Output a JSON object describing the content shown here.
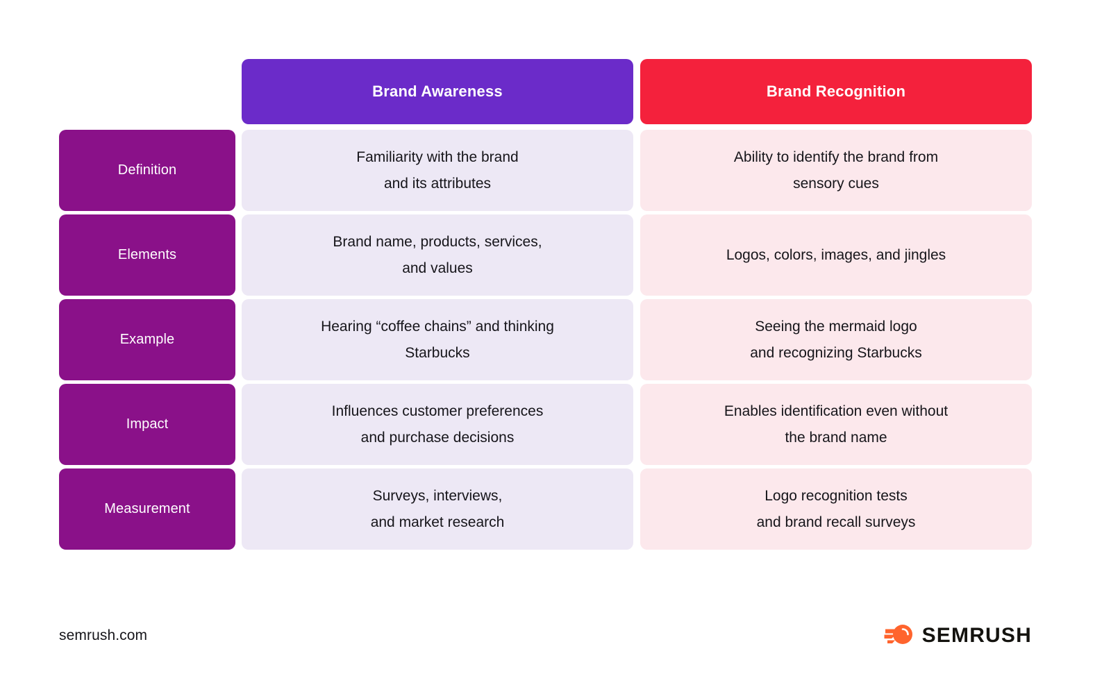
{
  "table": {
    "corner_label": "",
    "columns": [
      {
        "id": "brand-awareness",
        "label": "Brand Awareness",
        "header_color": "#6B2BC9",
        "cell_color": "#EDE8F5"
      },
      {
        "id": "brand-recognition",
        "label": "Brand Recognition",
        "header_color": "#F4213C",
        "cell_color": "#FCE8EC"
      }
    ],
    "row_label_color": "#8A1189",
    "rows": [
      {
        "label": "Definition",
        "awareness": "Familiarity with the brand\nand its attributes",
        "recognition": "Ability to identify the brand from\nsensory cues"
      },
      {
        "label": "Elements",
        "awareness": "Brand name, products, services,\nand values",
        "recognition": "Logos, colors, images, and jingles"
      },
      {
        "label": "Example",
        "awareness": "Hearing “coffee chains” and thinking\nStarbucks",
        "recognition": "Seeing the mermaid logo\nand recognizing Starbucks"
      },
      {
        "label": "Impact",
        "awareness": "Influences customer preferences\nand purchase decisions",
        "recognition": "Enables identification even without\nthe brand name"
      },
      {
        "label": "Measurement",
        "awareness": "Surveys, interviews,\nand market research",
        "recognition": "Logo recognition tests\nand brand recall surveys"
      }
    ]
  },
  "footer": {
    "url": "semrush.com",
    "brand_name": "SEMRUSH",
    "logo_icon": "semrush-comet-icon",
    "logo_color": "#FF642D"
  }
}
